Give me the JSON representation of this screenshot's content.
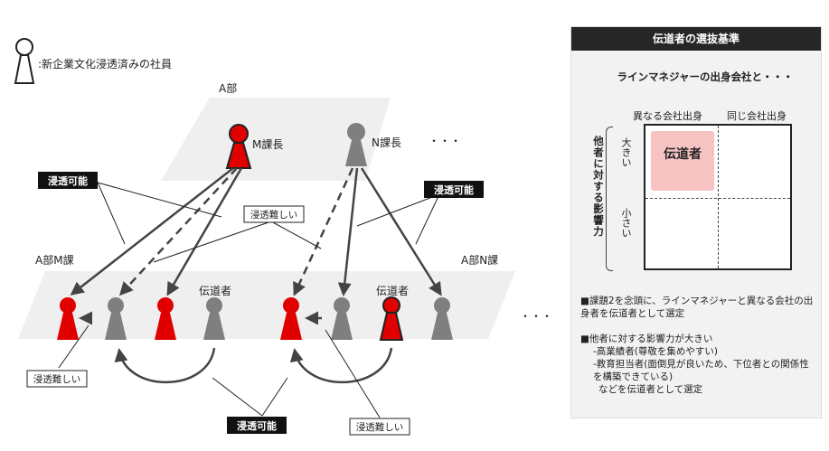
{
  "legend": {
    "text": ":新企業文化浸透済みの社員"
  },
  "dept": {
    "name": "A部"
  },
  "managers": {
    "m": "M課長",
    "n": "N課長"
  },
  "sections": {
    "m": "A部M課",
    "n": "A部N課"
  },
  "roles": {
    "messenger": "伝道者"
  },
  "ellipsis": "・・・",
  "callouts": {
    "possible": "浸透可能",
    "difficult": "浸透難しい"
  },
  "panel": {
    "title": "伝道者の選抜基準",
    "subtitle": "ラインマネジャーの出身会社と・・・",
    "col_labels": [
      "異なる会社出身",
      "同じ会社出身"
    ],
    "row_labels": [
      "大きい",
      "小さい"
    ],
    "row_axis_title": "他者に対する影響力",
    "selected_cell": "伝道者",
    "notes": [
      "■課題2を念頭に、ラインマネジャーと異なる会社の出身者を伝道者として選定",
      "■他者に対する影響力が大きい",
      "-高業績者(尊敬を集めやすい)",
      "-教育担当者(面倒見が良いため、下位者との関係性を構築できている)",
      "などを伝道者として選定"
    ]
  },
  "colors": {
    "converted": "#e00000",
    "normal": "#7f7f7f",
    "plane": "#efefef"
  }
}
